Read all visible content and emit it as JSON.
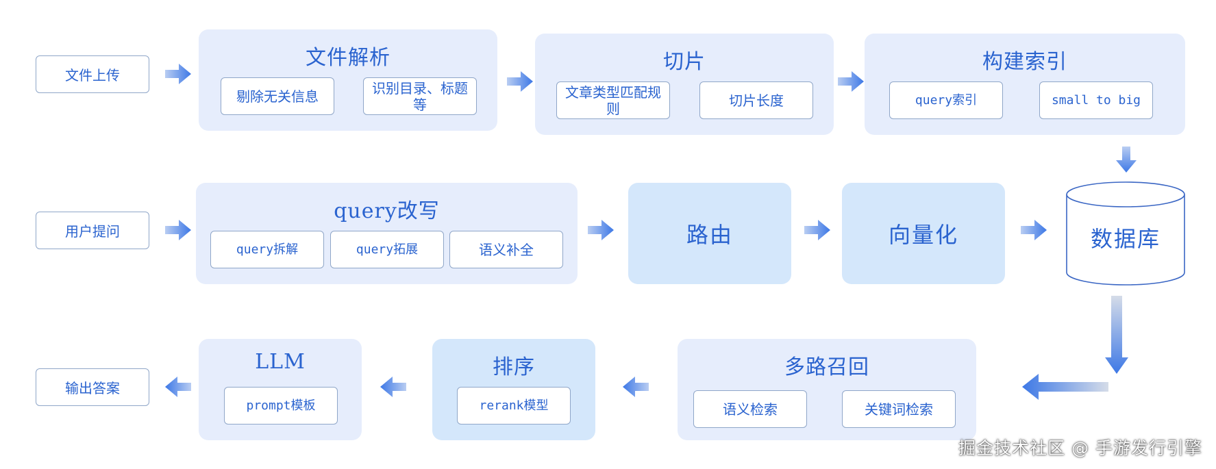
{
  "colors": {
    "panel": "#e6edfc",
    "panel_strong": "#d4e7fb",
    "text": "#2a63cf",
    "arrow": "#3d78e6"
  },
  "row1": {
    "start": "文件上传",
    "parse": {
      "title": "文件解析",
      "items": [
        "剔除无关信息",
        "识别目录、标题等"
      ]
    },
    "chunk": {
      "title": "切片",
      "items": [
        "文章类型匹配规则",
        "切片长度"
      ]
    },
    "index": {
      "title": "构建索引",
      "items": [
        "query索引",
        "small to big"
      ]
    }
  },
  "row2": {
    "start": "用户提问",
    "rewrite": {
      "title": "query改写",
      "items": [
        "query拆解",
        "query拓展",
        "语义补全"
      ]
    },
    "route": "路由",
    "vectorize": "向量化",
    "database": "数据库"
  },
  "row3": {
    "recall": {
      "title": "多路召回",
      "items": [
        "语义检索",
        "关键词检索"
      ]
    },
    "rank": {
      "title": "排序",
      "items": [
        "rerank模型"
      ]
    },
    "llm": {
      "title": "LLM",
      "items": [
        "prompt模板"
      ]
    },
    "end": "输出答案"
  },
  "watermark": "掘金技术社区 @ 手游发行引擎",
  "icons": {
    "flow_arrow": "arrow-icon",
    "database": "database-cylinder-icon"
  }
}
